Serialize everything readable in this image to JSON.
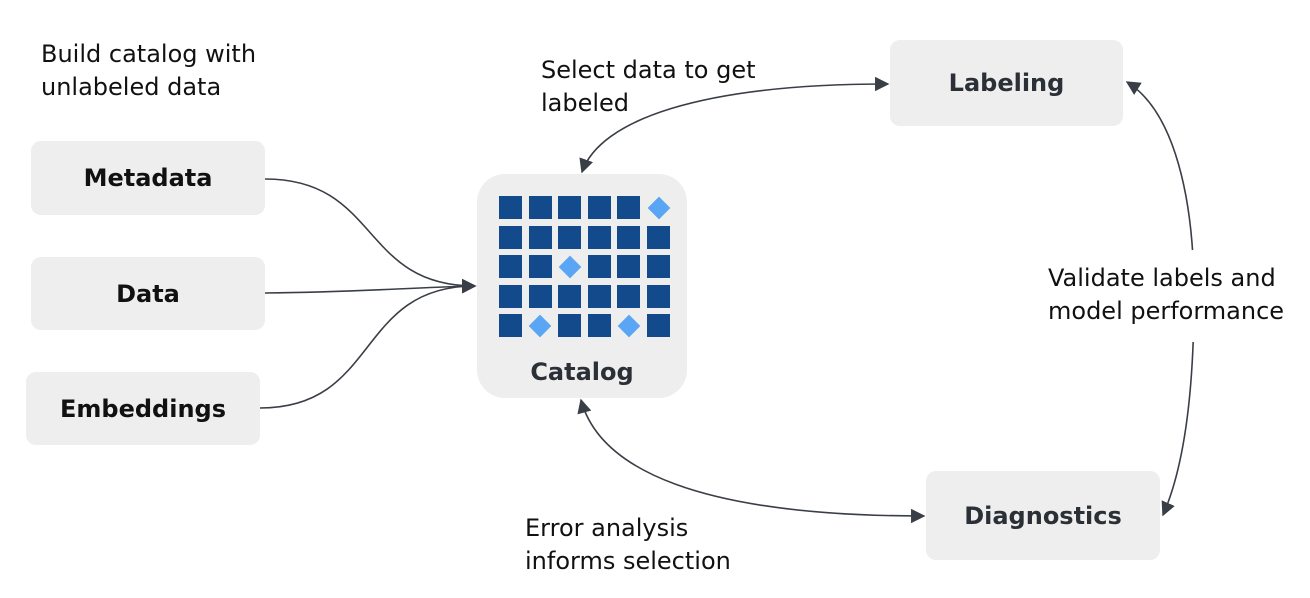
{
  "heading": "Build catalog with\nunlabeled data",
  "sources": [
    {
      "label": "Metadata"
    },
    {
      "label": "Data"
    },
    {
      "label": "Embeddings"
    }
  ],
  "catalog": {
    "title": "Catalog",
    "grid": {
      "rows": 5,
      "cols": 6,
      "highlighted": [
        [
          0,
          5
        ],
        [
          2,
          2
        ],
        [
          4,
          1
        ],
        [
          4,
          4
        ]
      ]
    },
    "square_color": "#124a8c",
    "highlight_color": "#5ba5f5"
  },
  "nodes": {
    "labeling": "Labeling",
    "diagnostics": "Diagnostics"
  },
  "edge_labels": {
    "select": "Select data to get\nlabeled",
    "validate": "Validate labels and\nmodel performance",
    "error": "Error analysis\ninforms selection"
  },
  "colors": {
    "box_bg": "#eeeeee",
    "edge": "#3a3f47"
  }
}
